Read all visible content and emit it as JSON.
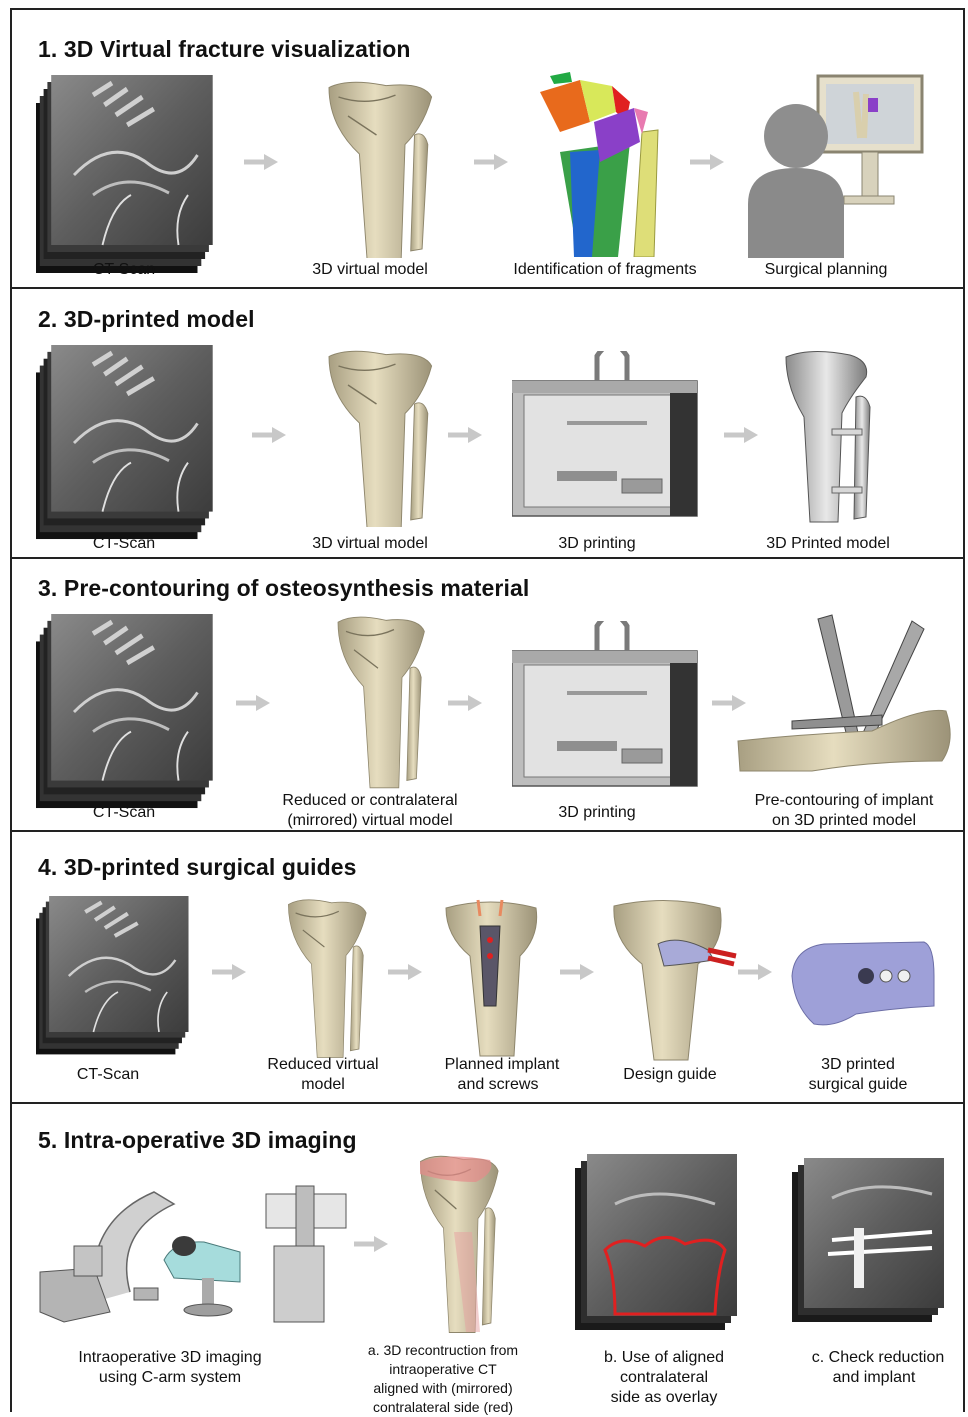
{
  "panels": [
    {
      "title": "1. 3D Virtual fracture visualization",
      "captions": [
        "CT-Scan",
        "3D virtual model",
        "Identification of fragments",
        "Surgical planning"
      ]
    },
    {
      "title": "2. 3D-printed model",
      "captions": [
        "CT-Scan",
        "3D virtual model",
        "3D printing",
        "3D Printed model"
      ]
    },
    {
      "title": "3. Pre-contouring of osteosynthesis material",
      "captions": [
        "CT-Scan",
        "Reduced or contralateral",
        "(mirrored) virtual model",
        "3D printing",
        "Pre-contouring of implant",
        "on 3D printed model"
      ]
    },
    {
      "title": "4. 3D-printed surgical guides",
      "captions": [
        "CT-Scan",
        "Reduced virtual",
        "model",
        "Planned implant",
        "and screws",
        "Design guide",
        "3D printed",
        "surgical guide"
      ]
    },
    {
      "title": "5. Intra-operative 3D imaging",
      "captions": [
        "Intraoperative 3D imaging",
        "using C-arm system",
        "a. 3D recontruction from",
        "intraoperative CT",
        "aligned with (mirrored)",
        "contralateral side (red)",
        "b. Use of aligned",
        "contralateral",
        "side as overlay",
        "c. Check reduction",
        "and implant"
      ]
    }
  ],
  "colors": {
    "bone": "#d9cfad",
    "ct_dark": "#2e2e2e",
    "ct_mid": "#6e6e6e",
    "arrow": "#c8c8c8",
    "printer": "#c9c9c9",
    "guide": "#9ea0d8",
    "overlay_red": "#e02020"
  },
  "icons": [
    "ct-stack-icon",
    "bone-model-icon",
    "fragments-icon",
    "person-monitor-icon",
    "printer-icon",
    "printed-model-icon",
    "implant-icon",
    "guide-icon",
    "c-arm-icon"
  ]
}
